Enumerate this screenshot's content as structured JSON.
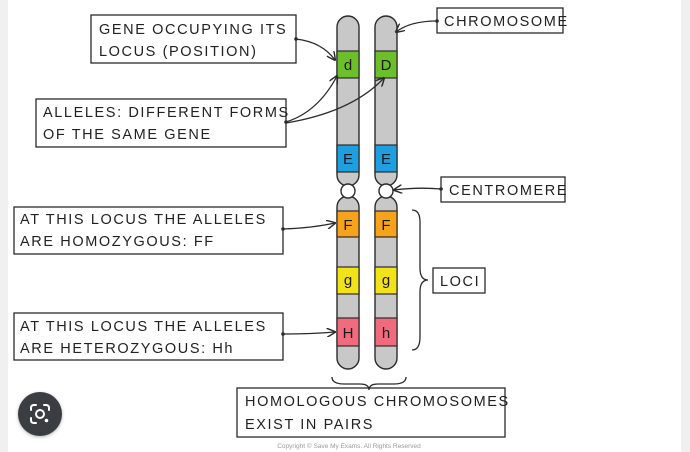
{
  "labels": {
    "gene_locus_line1": "GENE OCCUPYING ITS",
    "gene_locus_line2": "LOCUS (POSITION)",
    "alleles_line1": "ALLELES: DIFFERENT FORMS",
    "alleles_line2": "OF THE SAME GENE",
    "homozygous_line1": "AT THIS LOCUS THE ALLELES",
    "homozygous_line2": "ARE HOMOZYGOUS: FF",
    "heterozygous_line1": "AT THIS LOCUS THE ALLELES",
    "heterozygous_line2": "ARE HETEROZYGOUS: Hh",
    "chromosome": "CHROMOSOME",
    "centromere": "CENTROMERE",
    "loci": "LOCI",
    "homologous_line1": "HOMOLOGOUS CHROMOSOMES",
    "homologous_line2": "EXIST IN PAIRS"
  },
  "genes": {
    "left": {
      "d": "d",
      "e": "E",
      "f": "F",
      "g": "g",
      "h": "H"
    },
    "right": {
      "d": "D",
      "e": "E",
      "f": "F",
      "g": "g",
      "h": "h"
    }
  },
  "colors": {
    "gene_d": "#6cbf2a",
    "gene_e": "#1f9ee0",
    "gene_f": "#f7a21b",
    "gene_g": "#f2e21a",
    "gene_h": "#ef6b7d",
    "chromosome": "#c8c8c8",
    "outline": "#2b2b2b"
  },
  "copyright": "Copyright © Save My Exams. All Rights Reserved",
  "lens_icon": "google-lens-icon"
}
